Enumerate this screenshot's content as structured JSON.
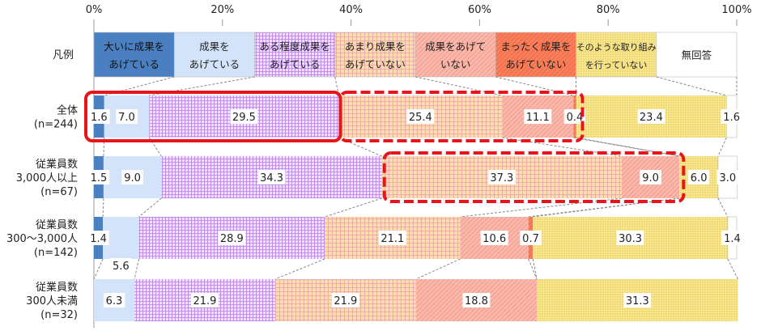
{
  "chart_data": {
    "type": "bar",
    "orientation": "horizontal",
    "stacked": true,
    "xlim": [
      0,
      100
    ],
    "x_ticks": [
      "0%",
      "20%",
      "40%",
      "60%",
      "80%",
      "100%"
    ],
    "legend_label": "凡例",
    "legend_position": "top",
    "series": [
      {
        "name": [
          "大いに成果を",
          "あげている"
        ],
        "color": "#4a7fc1",
        "pattern": "solid",
        "values": [
          1.6,
          1.5,
          1.4,
          0
        ]
      },
      {
        "name": [
          "成果を",
          "あげている"
        ],
        "color": "#d3e3f9",
        "pattern": "solid",
        "values": [
          7.0,
          9.0,
          5.6,
          6.3
        ]
      },
      {
        "name": [
          "ある程度成果を",
          "あげている"
        ],
        "color": "#ece2f8",
        "pattern": "grid-purple",
        "values": [
          29.5,
          34.3,
          28.9,
          21.9
        ]
      },
      {
        "name": [
          "あまり成果を",
          "あげていない"
        ],
        "color": "#fddcae",
        "pattern": "grid-pink",
        "values": [
          25.4,
          37.3,
          21.1,
          21.9
        ]
      },
      {
        "name": [
          "成果をあげて",
          "いない"
        ],
        "color": "#f9b9ad",
        "pattern": "diagonal",
        "values": [
          11.1,
          9.0,
          10.6,
          18.8
        ]
      },
      {
        "name": [
          "まったく成果を",
          "あげていない"
        ],
        "color": "#f5734e",
        "pattern": "diagonal",
        "values": [
          0.4,
          0,
          0.7,
          0
        ]
      },
      {
        "name": [
          "そのような取り組み",
          "を行っていない"
        ],
        "color": "#fbe98e",
        "pattern": "dots",
        "values": [
          23.4,
          6.0,
          30.3,
          31.3
        ]
      },
      {
        "name": [
          "無回答"
        ],
        "color": "#ffffff",
        "pattern": "solid",
        "values": [
          1.6,
          3.0,
          1.4,
          0
        ]
      }
    ],
    "categories": [
      [
        "全体",
        "(n=244)"
      ],
      [
        "従業員数",
        "3,000人以上",
        "(n=67)"
      ],
      [
        "従業員数",
        "300～3,000人",
        "(n=142)"
      ],
      [
        "従業員数",
        "300人未満",
        "(n=32)"
      ]
    ],
    "highlight_color": "#e8141b"
  }
}
